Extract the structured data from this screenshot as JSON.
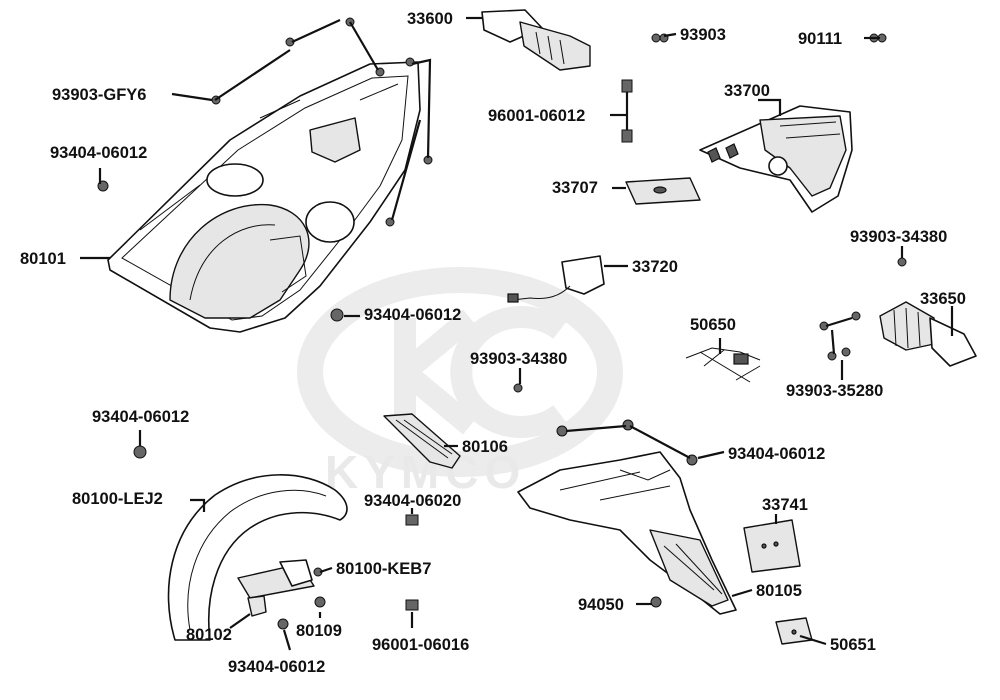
{
  "diagram": {
    "watermark": "KYMCO",
    "callouts": [
      {
        "id": "c1",
        "text": "33600"
      },
      {
        "id": "c2",
        "text": "93903"
      },
      {
        "id": "c3",
        "text": "90111"
      },
      {
        "id": "c4",
        "text": "93903-GFY6"
      },
      {
        "id": "c5",
        "text": "96001-06012"
      },
      {
        "id": "c6",
        "text": "33700"
      },
      {
        "id": "c7",
        "text": "93404-06012"
      },
      {
        "id": "c8",
        "text": "33707"
      },
      {
        "id": "c9",
        "text": "80101"
      },
      {
        "id": "c10",
        "text": "33720"
      },
      {
        "id": "c11",
        "text": "93903-34380"
      },
      {
        "id": "c12",
        "text": "33650"
      },
      {
        "id": "c13",
        "text": "93404-06012"
      },
      {
        "id": "c14",
        "text": "50650"
      },
      {
        "id": "c15",
        "text": "93903-34380"
      },
      {
        "id": "c16",
        "text": "93903-35280"
      },
      {
        "id": "c17",
        "text": "93404-06012"
      },
      {
        "id": "c18",
        "text": "80106"
      },
      {
        "id": "c19",
        "text": "93404-06012"
      },
      {
        "id": "c20",
        "text": "80100-LEJ2"
      },
      {
        "id": "c21",
        "text": "93404-06020"
      },
      {
        "id": "c22",
        "text": "33741"
      },
      {
        "id": "c23",
        "text": "80100-KEB7"
      },
      {
        "id": "c24",
        "text": "94050"
      },
      {
        "id": "c25",
        "text": "80105"
      },
      {
        "id": "c26",
        "text": "80102"
      },
      {
        "id": "c27",
        "text": "80109"
      },
      {
        "id": "c28",
        "text": "96001-06016"
      },
      {
        "id": "c29",
        "text": "50651"
      },
      {
        "id": "c30",
        "text": "93404-06012"
      }
    ]
  }
}
